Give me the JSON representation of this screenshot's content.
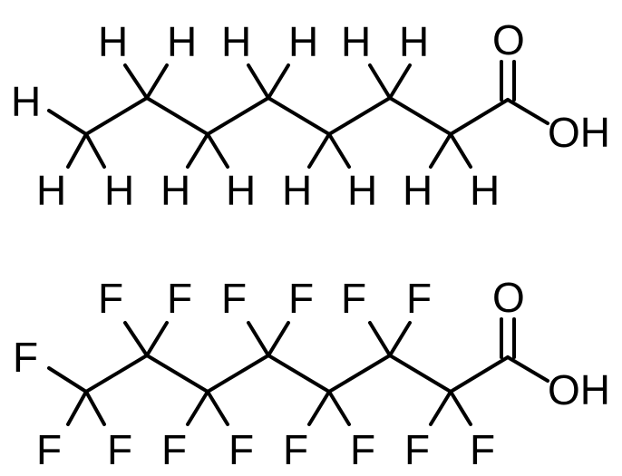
{
  "molecules": [
    {
      "labels": {
        "h1": "H",
        "h2": "H",
        "h3": "H",
        "h4": "H",
        "h5": "H",
        "h6": "H",
        "h7": "H",
        "h8": "H",
        "h9": "H",
        "h10": "H",
        "h11": "H",
        "h12": "H",
        "h13": "H",
        "h14": "H",
        "h15": "H",
        "o_double": "O",
        "oh": "OH"
      }
    },
    {
      "labels": {
        "f1": "F",
        "f2": "F",
        "f3": "F",
        "f4": "F",
        "f5": "F",
        "f6": "F",
        "f7": "F",
        "f8": "F",
        "f9": "F",
        "f10": "F",
        "f11": "F",
        "f12": "F",
        "f13": "F",
        "f14": "F",
        "f15": "F",
        "o_double": "O",
        "oh": "OH"
      }
    }
  ]
}
